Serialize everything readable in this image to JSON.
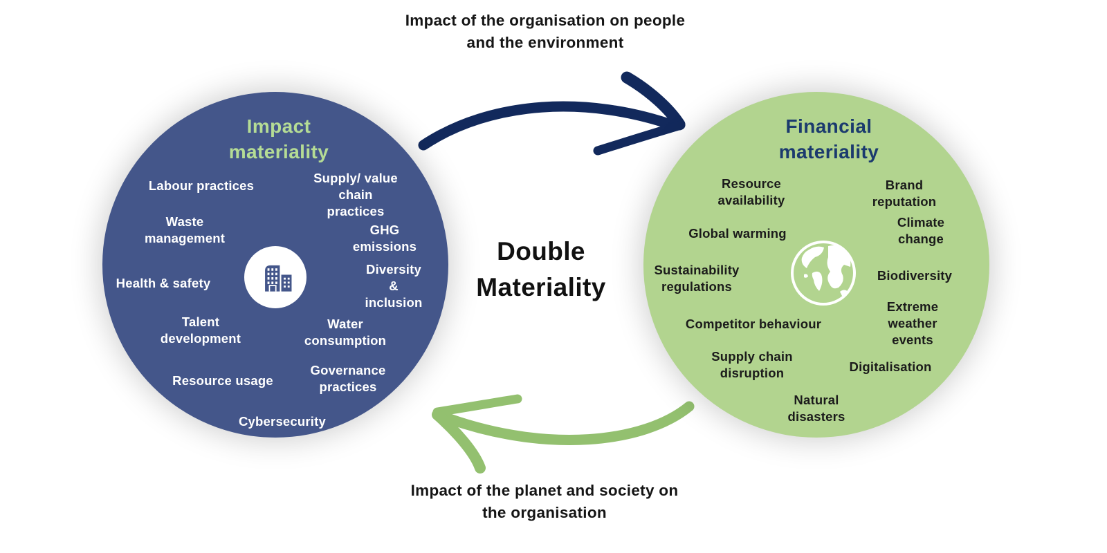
{
  "captions": {
    "top": "Impact of the organisation on people\nand the environment",
    "bottom": "Impact of the planet and society on\nthe organisation"
  },
  "center": {
    "title": "Double\nMateriality"
  },
  "impact": {
    "title": "Impact\nmateriality",
    "icon": "building-icon",
    "items": [
      {
        "label": "Labour practices"
      },
      {
        "label": "Supply/ value\nchain practices"
      },
      {
        "label": "Waste\nmanagement"
      },
      {
        "label": "GHG emissions"
      },
      {
        "label": "Health & safety"
      },
      {
        "label": "Diversity &\ninclusion"
      },
      {
        "label": "Talent\ndevelopment"
      },
      {
        "label": "Water consumption"
      },
      {
        "label": "Resource usage"
      },
      {
        "label": "Governance\npractices"
      },
      {
        "label": "Cybersecurity"
      }
    ]
  },
  "financial": {
    "title": "Financial\nmateriality",
    "icon": "globe-icon",
    "items": [
      {
        "label": "Resource\navailability"
      },
      {
        "label": "Brand reputation"
      },
      {
        "label": "Global warming"
      },
      {
        "label": "Climate\nchange"
      },
      {
        "label": "Sustainability\nregulations"
      },
      {
        "label": "Biodiversity"
      },
      {
        "label": "Competitor behaviour"
      },
      {
        "label": "Extreme weather\nevents"
      },
      {
        "label": "Supply chain\ndisruption"
      },
      {
        "label": "Digitalisation"
      },
      {
        "label": "Natural\ndisasters"
      }
    ]
  },
  "colors": {
    "impact_circle": "#44568A",
    "impact_title": "#B5DC95",
    "impact_item_text": "#FFFFFF",
    "financial_circle": "#B2D48F",
    "financial_title": "#1B3A6E",
    "financial_item_text": "#1B1B1B",
    "top_arrow": "#12295C",
    "bottom_arrow": "#93C06F",
    "caption_text": "#151515",
    "center_text": "#111111"
  }
}
